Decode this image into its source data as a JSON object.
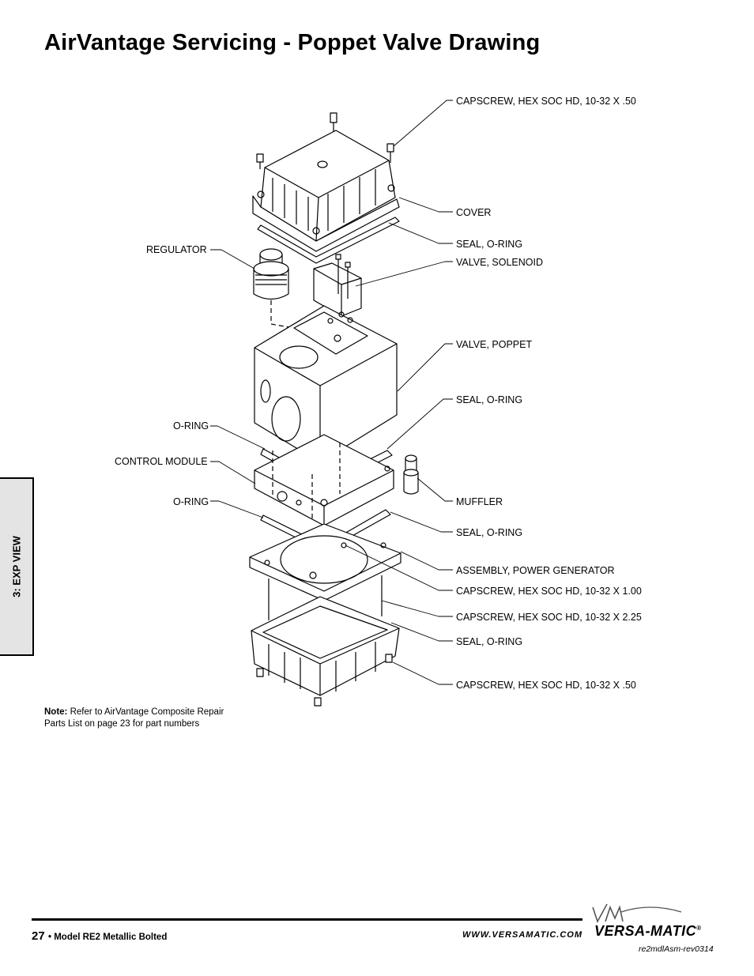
{
  "page": {
    "title": "AirVantage Servicing - Poppet Valve Drawing",
    "side_tab": "3: EXP VIEW"
  },
  "labels_right": [
    "CAPSCREW, HEX SOC HD, 10-32 X .50",
    "COVER",
    "SEAL, O-RING",
    "VALVE, SOLENOID",
    "VALVE, POPPET",
    "SEAL, O-RING",
    "MUFFLER",
    "SEAL, O-RING",
    "ASSEMBLY, POWER GENERATOR",
    "CAPSCREW, HEX SOC HD, 10-32 X 1.00",
    "CAPSCREW, HEX SOC HD, 10-32 X 2.25",
    "SEAL, O-RING",
    "CAPSCREW, HEX SOC HD, 10-32 X .50"
  ],
  "labels_left": [
    "REGULATOR",
    "O-RING",
    "CONTROL MODULE",
    "O-RING"
  ],
  "note": {
    "bold": "Note:",
    "line1": "Refer to AirVantage Composite Repair",
    "line2": "Parts List on page 23 for part numbers"
  },
  "footer": {
    "page_number": "27",
    "model": "• Model RE2 Metallic Bolted",
    "website": "WWW.VERSAMATIC.COM",
    "brand": "VERSA-MATIC",
    "registered": "®",
    "revision": "re2mdlAsm-rev0314"
  }
}
